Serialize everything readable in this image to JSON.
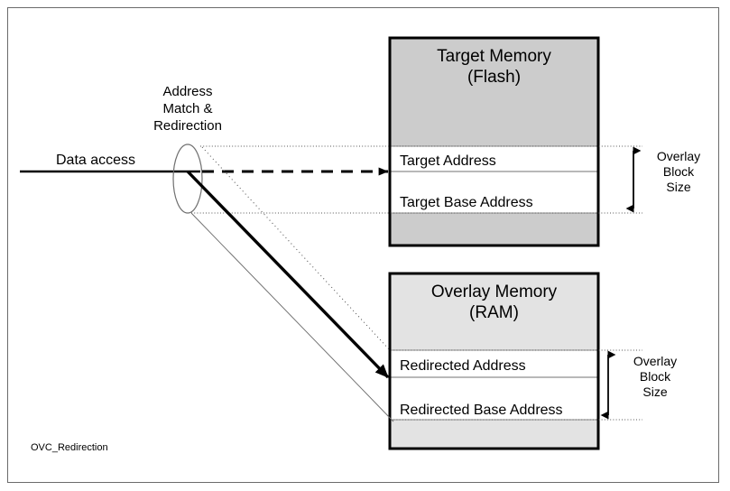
{
  "figure": {
    "caption": "OVC_Redirection",
    "colors": {
      "target_block_fill": "#cccccc",
      "overlay_block_fill": "#e3e3e3",
      "band_fill": "#ffffff",
      "outline": "#000000",
      "frame_border": "#6b6b6b"
    }
  },
  "flow": {
    "data_access_label": "Data access",
    "redirection_label": "Address\nMatch &\nRedirection",
    "redirection_label_lines": [
      "Address",
      "Match &",
      "Redirection"
    ]
  },
  "blocks": [
    {
      "id": "target-memory",
      "title_lines": [
        "Target Memory",
        "(Flash)"
      ],
      "title": "Target Memory\n(Flash)",
      "rows": [
        "Target Address",
        "Target Base Address"
      ],
      "size_label_lines": [
        "Overlay",
        "Block",
        "Size"
      ],
      "size_label": "Overlay\nBlock\nSize"
    },
    {
      "id": "overlay-memory",
      "title_lines": [
        "Overlay Memory",
        "(RAM)"
      ],
      "title": "Overlay Memory\n(RAM)",
      "rows": [
        "Redirected Address",
        "Redirected Base Address"
      ],
      "size_label_lines": [
        "Overlay",
        "Block",
        "Size"
      ],
      "size_label": "Overlay\nBlock\nSize"
    }
  ]
}
